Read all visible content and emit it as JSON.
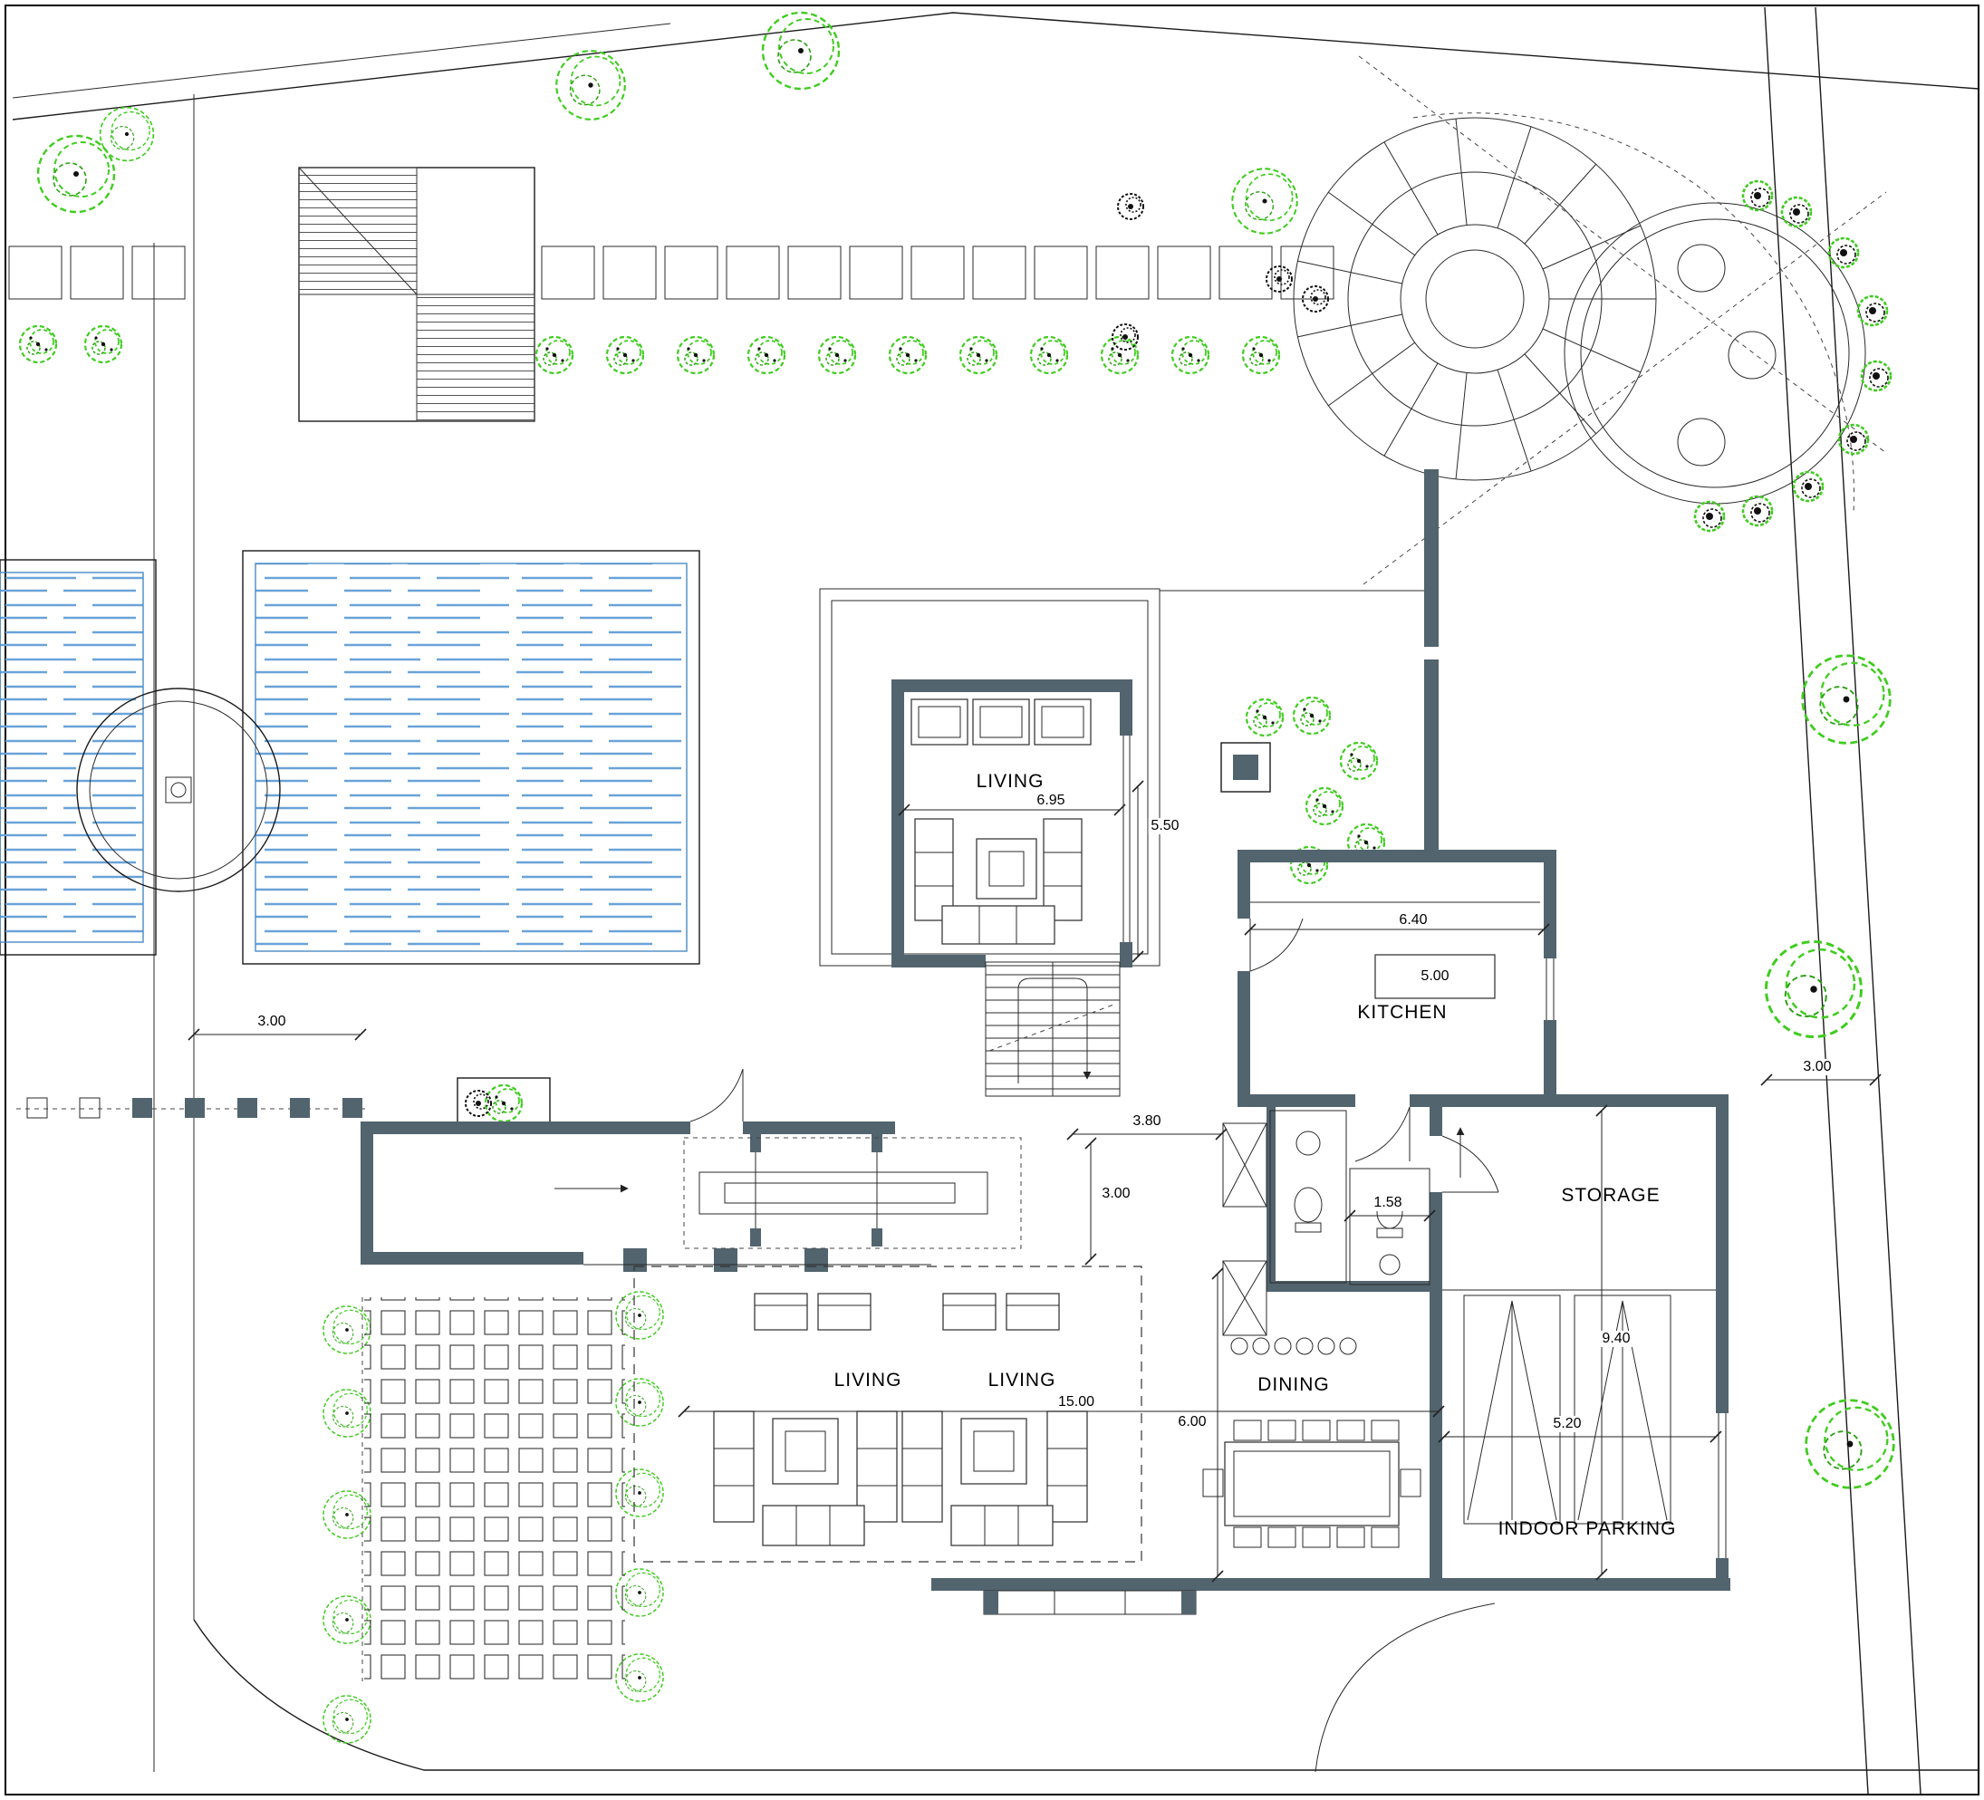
{
  "plan": {
    "rooms": {
      "living_upper": "LIVING",
      "kitchen": "KITCHEN",
      "storage": "STORAGE",
      "living_a": "LIVING",
      "living_b": "LIVING",
      "dining": "DINING",
      "parking": "INDOOR PARKING"
    },
    "dimensions": {
      "living_width": "6.95",
      "living_depth": "5.50",
      "kitchen_width": "6.40",
      "kitchen_depth": "5.00",
      "setback_left": "3.00",
      "hall_width": "3.80",
      "hall_depth": "3.00",
      "wc_width": "1.58",
      "lower_block_width": "15.00",
      "lower_block_depth": "6.00",
      "parking_depth": "9.40",
      "parking_width": "5.20",
      "setback_right": "3.00"
    },
    "colors": {
      "wall": "#52646e",
      "water": "#6aa3d8",
      "planting": "#3fcc1f",
      "linework": "#1a1a1a"
    }
  }
}
